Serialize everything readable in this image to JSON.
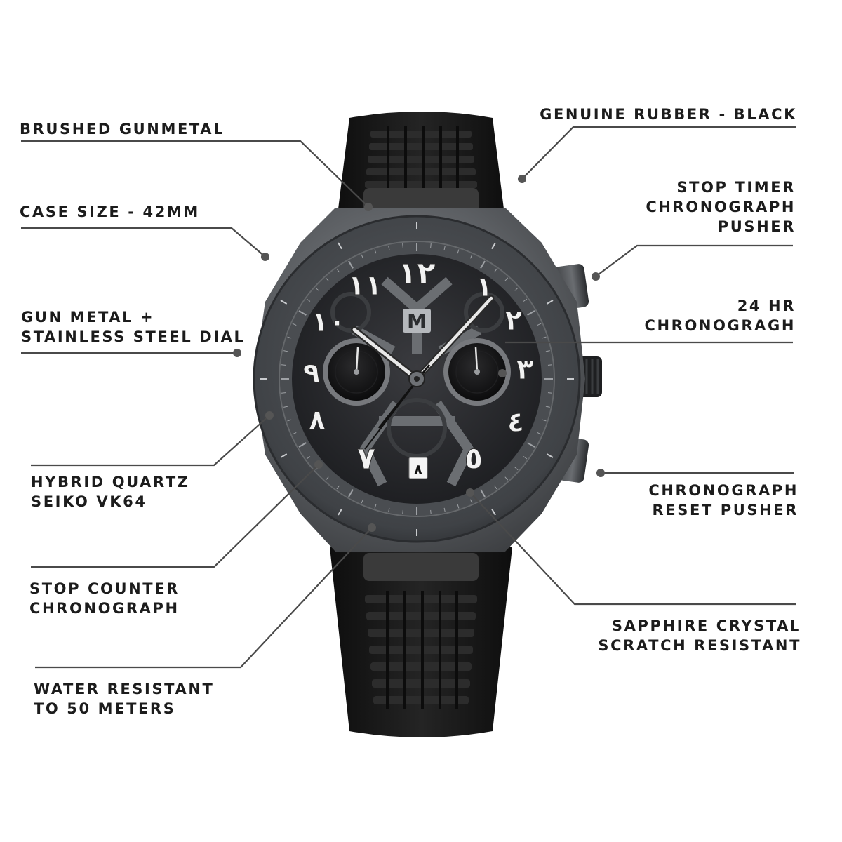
{
  "annotations": {
    "brushed_gunmetal": [
      "BRUSHED GUNMETAL"
    ],
    "case_size": [
      "CASE SIZE - 42MM"
    ],
    "dial": [
      "GUN METAL +",
      "STAINLESS STEEL DIAL"
    ],
    "movement": [
      "HYBRID QUARTZ",
      "SEIKO VK64"
    ],
    "stop_counter": [
      "STOP COUNTER",
      "CHRONOGRAPH"
    ],
    "water_resistance": [
      "WATER RESISTANT",
      "TO 50 METERS"
    ],
    "strap": [
      "GENUINE RUBBER - BLACK"
    ],
    "stop_timer": [
      "STOP TIMER",
      "CHRONOGRAPH",
      "PUSHER"
    ],
    "hr24": [
      "24 HR",
      "CHRONOGRAGH"
    ],
    "reset_pusher": [
      "CHRONOGRAPH",
      "RESET PUSHER"
    ],
    "crystal": [
      "SAPPHIRE CRYSTAL",
      "SCRATCH RESISTANT"
    ]
  },
  "dial_numerals": {
    "n12": "١٢",
    "n1": "١",
    "n2": "٢",
    "n3": "٣",
    "n4": "٤",
    "n5": "٥",
    "n7": "٧",
    "n8": "٨",
    "n9": "٩",
    "n10": "١٠",
    "n11": "١١"
  },
  "date_window": "٨",
  "logo_mark": "M",
  "colors": {
    "background": "#ffffff",
    "text": "#1c1c1c",
    "leader_line": "#4a4a4a",
    "strap": "#161616",
    "case": "#55585c",
    "dial": "#2a2b2e",
    "lume": "#f2f2f2"
  }
}
